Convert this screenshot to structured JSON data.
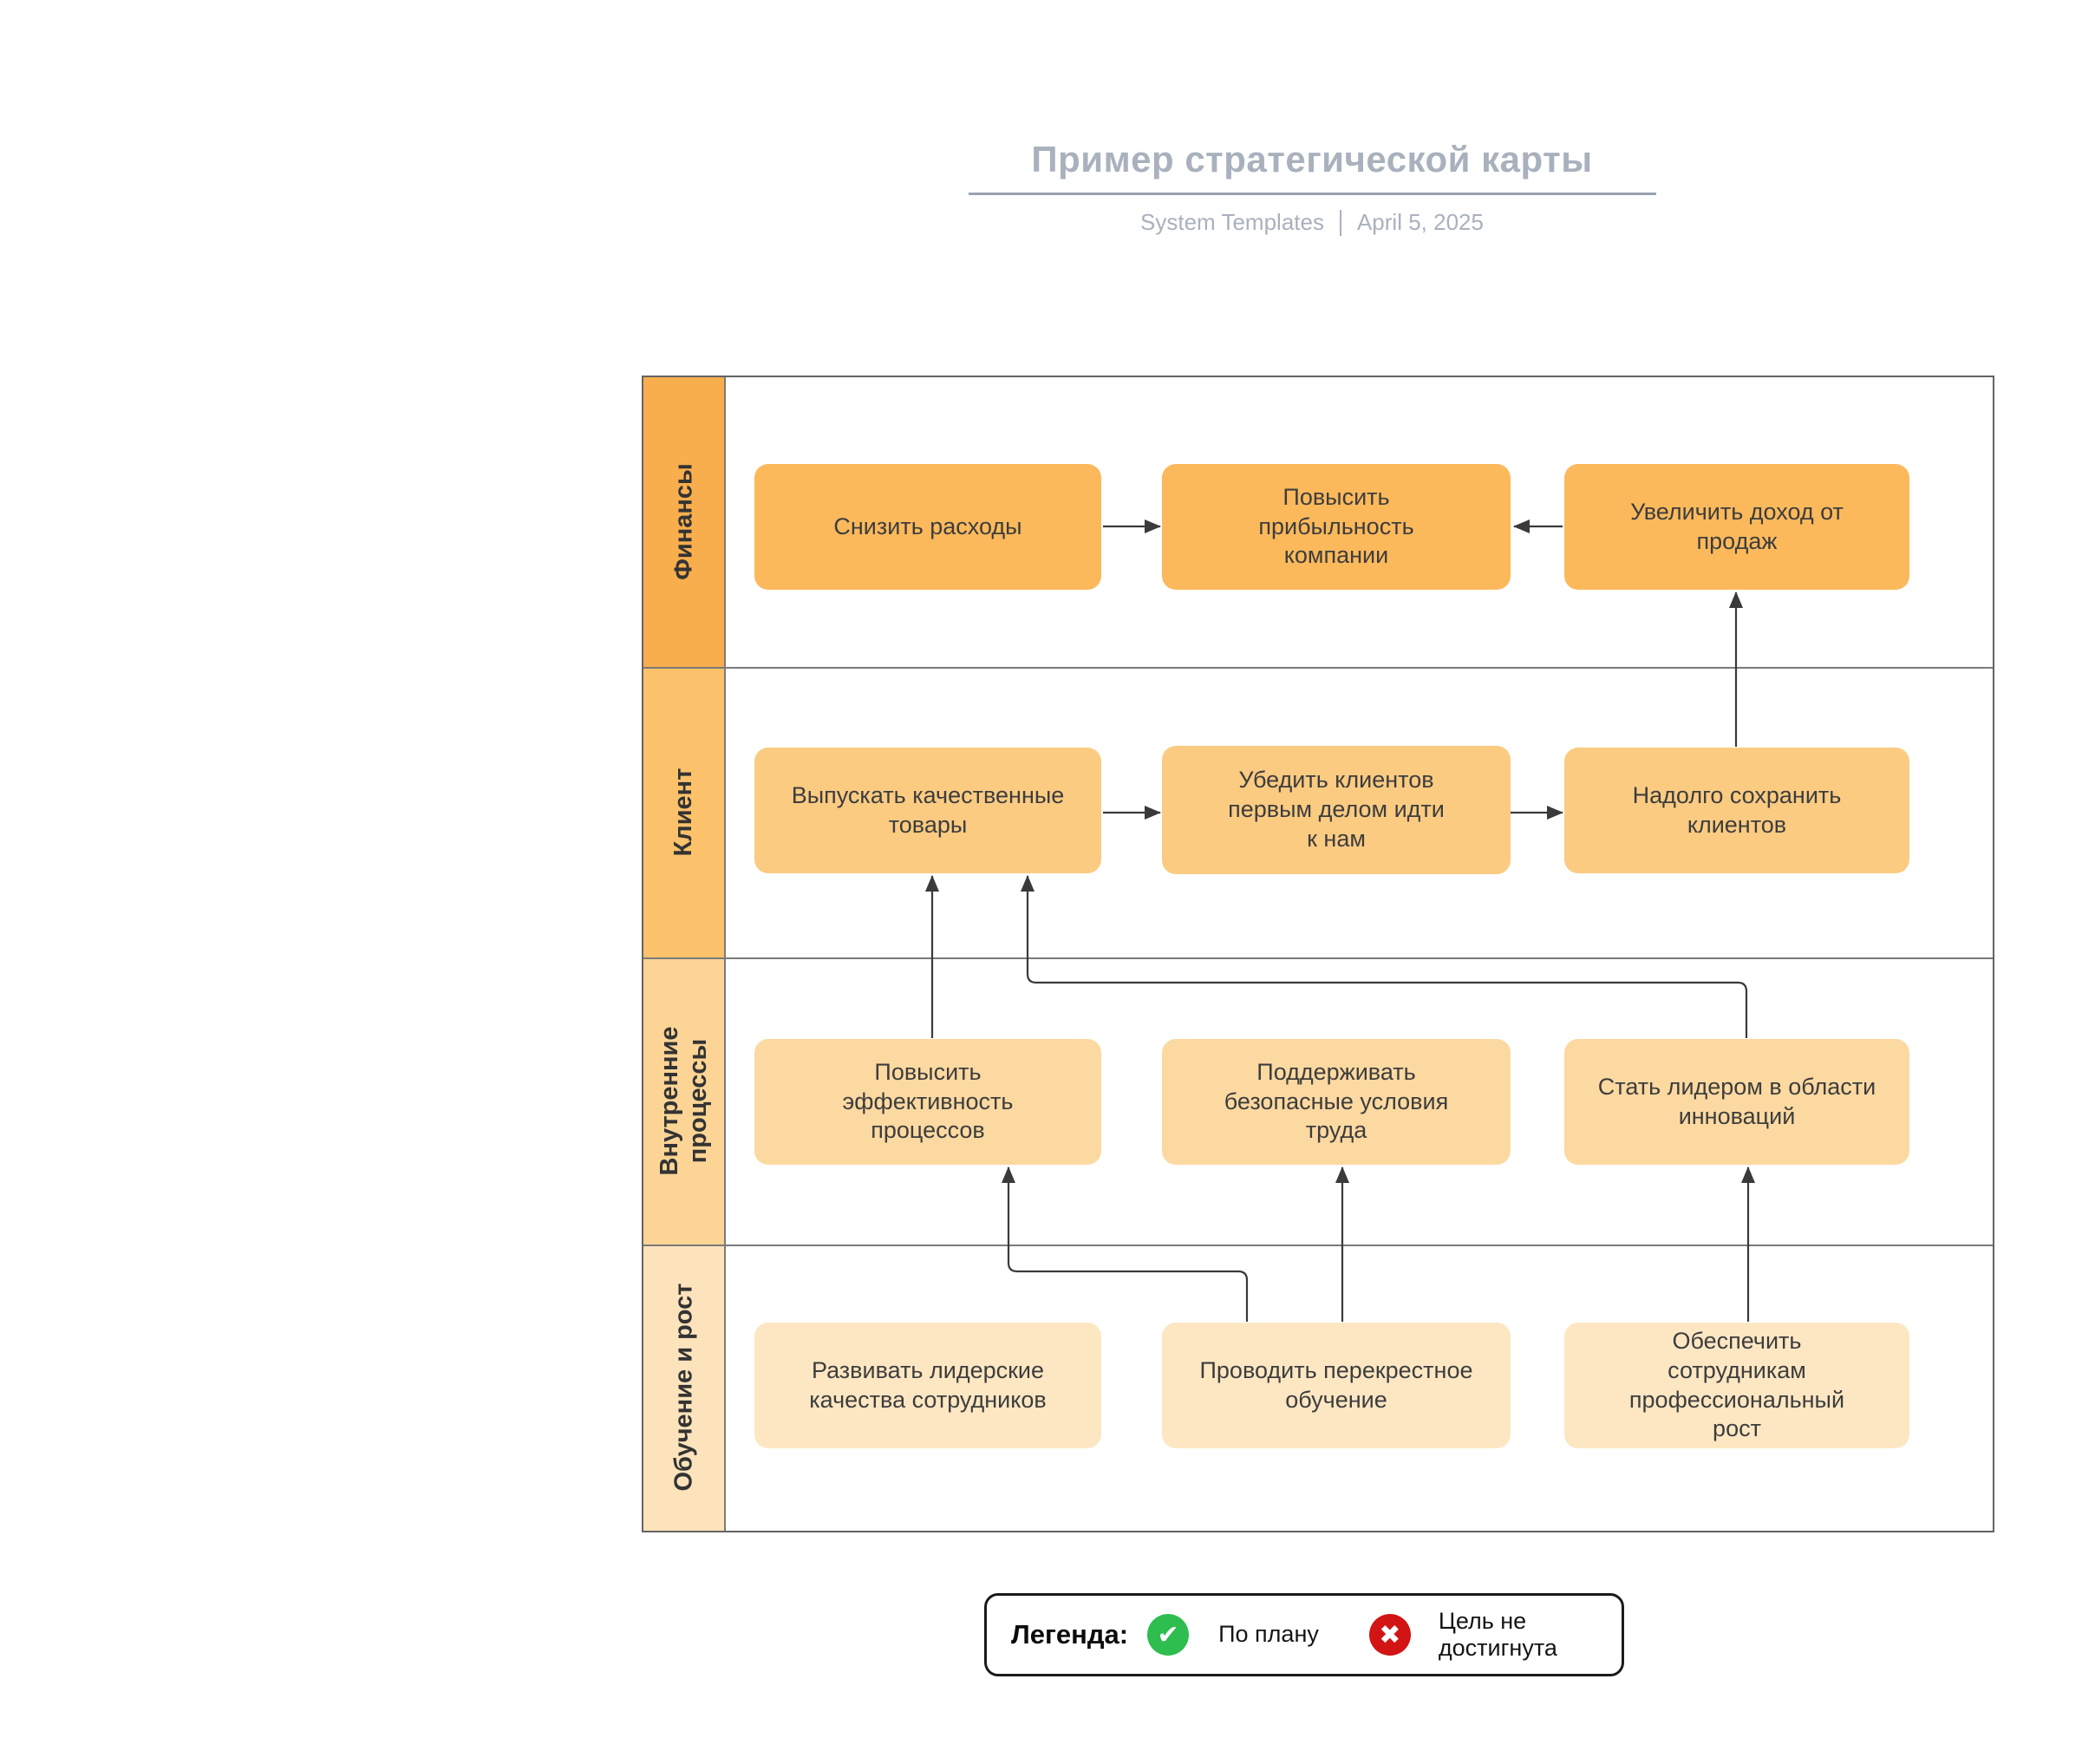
{
  "header": {
    "title": "Пример стратегической карты",
    "subtitle_left": "System Templates",
    "subtitle_right": "April 5, 2025"
  },
  "diagram": {
    "border_color": "#636363",
    "connector_color": "#3a3a3a",
    "lanes": [
      {
        "label": "Финансы",
        "color": "#F9AE4D",
        "box_color": "#FBB95C",
        "boxes": [
          {
            "text": "Снизить расходы"
          },
          {
            "text": "Повысить прибыльность компании"
          },
          {
            "text": "Увеличить доход от продаж"
          }
        ]
      },
      {
        "label": "Клиент",
        "color": "#FBC26B",
        "box_color": "#FBCB82",
        "boxes": [
          {
            "text": "Выпускать качественные товары"
          },
          {
            "text": "Убедить клиентов первым делом идти к нам"
          },
          {
            "text": "Надолго сохранить клиентов"
          }
        ]
      },
      {
        "label": "Внутренние процессы",
        "color": "#FCD495",
        "box_color": "#FCD9A1",
        "boxes": [
          {
            "text": "Повысить эффективность процессов"
          },
          {
            "text": "Поддерживать безопасные условия труда"
          },
          {
            "text": "Стать лидером в области инноваций"
          }
        ]
      },
      {
        "label": "Обучение и рост",
        "color": "#FDE3BB",
        "box_color": "#FDE7C3",
        "boxes": [
          {
            "text": "Развивать лидерские качества сотрудников"
          },
          {
            "text": "Проводить перекрестное обучение"
          },
          {
            "text": "Обеспечить сотрудникам профессиональный рост"
          }
        ]
      }
    ]
  },
  "legend": {
    "label": "Легенда:",
    "items": [
      {
        "icon": "check-circle",
        "color": "#2EBD4F",
        "text": "По плану"
      },
      {
        "icon": "x-circle",
        "color": "#D21414",
        "text": "Цель не достигнута"
      }
    ]
  }
}
